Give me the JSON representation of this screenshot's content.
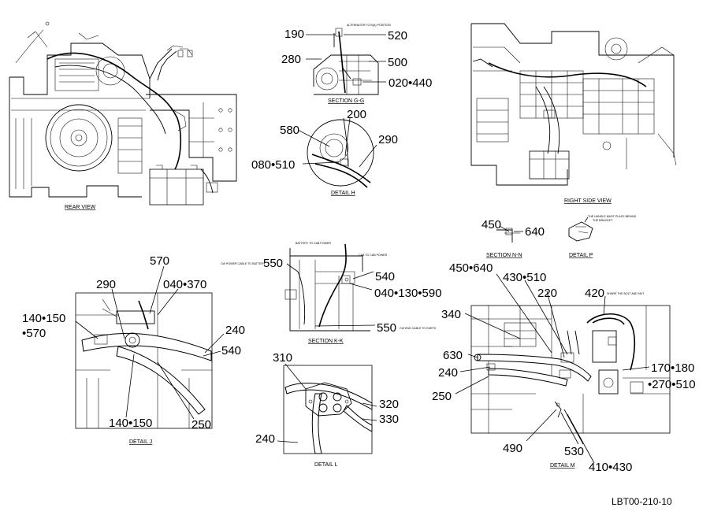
{
  "views": {
    "rear": "REAR VIEW",
    "section_gg": "SECTION G-G",
    "detail_h": "DETAIL  H",
    "right_side": "RIGHT SIDE VIEW",
    "section_nn": "SECTION N-N",
    "detail_p": "DETAIL  P",
    "section_kk": "SECTION K-K",
    "detail_j": "DETAIL  J",
    "detail_l": "DETAIL  L",
    "detail_m": "DETAIL  M"
  },
  "callouts": {
    "c190": "190",
    "c520": "520",
    "c280": "280",
    "c500": "500",
    "c020_440": "020•440",
    "c580": "580",
    "c200": "200",
    "c290_h": "290",
    "c080_510": "080•510",
    "c450": "450",
    "c640": "640",
    "c570": "570",
    "c290_j": "290",
    "c040_370": "040•370",
    "c140_150_a": "140•150",
    "c570_b": "•570",
    "c240_j": "240",
    "c540_j": "540",
    "c250_j": "250",
    "c140_150_b": "140•150",
    "c550_a": "550",
    "c540_k": "540",
    "c040_130_590": "040•130•590",
    "c550_b": "550",
    "c310": "310",
    "c320": "320",
    "c330": "330",
    "c240_l": "240",
    "c450_640": "450•640",
    "c430_510": "430•510",
    "c220": "220",
    "c420": "420",
    "c340": "340",
    "c630": "630",
    "c240_m": "240",
    "c250_m": "250",
    "c170_180": "170•180",
    "c270_510": "•270•510",
    "c490": "490",
    "c530": "530",
    "c410_430": "410•430"
  },
  "notes": {
    "gg_note": "ALTERNATOR TO B(A) POSITION",
    "p_note_1": "THE HANDLE MUST PLACE BEHIND",
    "p_note_2": "THE BRACKET",
    "k_note_1": "BATTERY TO CAB POWER",
    "k_note_2": "CAB TO CAB POWER",
    "k_note_3": "CW  POWER CABLE TO BATTERY",
    "k_note_4": "CW  END CABLE TO EARTH",
    "m_note": "SHARE THE BOLT AND NUT"
  },
  "doc_id": "LBT00-210-10"
}
